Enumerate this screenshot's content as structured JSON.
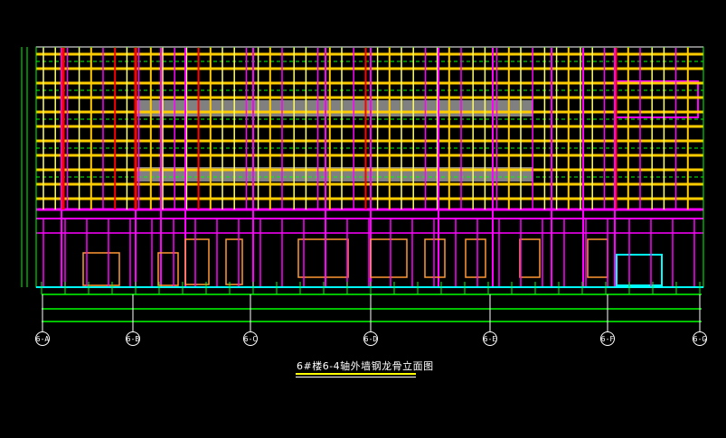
{
  "drawing": {
    "title": "6#楼6-4轴外墙钢龙骨立面图",
    "axes": [
      "6-A",
      "6-B",
      "6-C",
      "6-D",
      "6-E",
      "6-F",
      "6-G"
    ],
    "colors": {
      "background": "#000000",
      "frame": "#00ff00",
      "beam": "#ffcc00",
      "column": "#ff00ff",
      "main_column": "#ff0000",
      "ground": "#00ffff",
      "panel": "#808080",
      "dashed": "#00ff00"
    }
  }
}
